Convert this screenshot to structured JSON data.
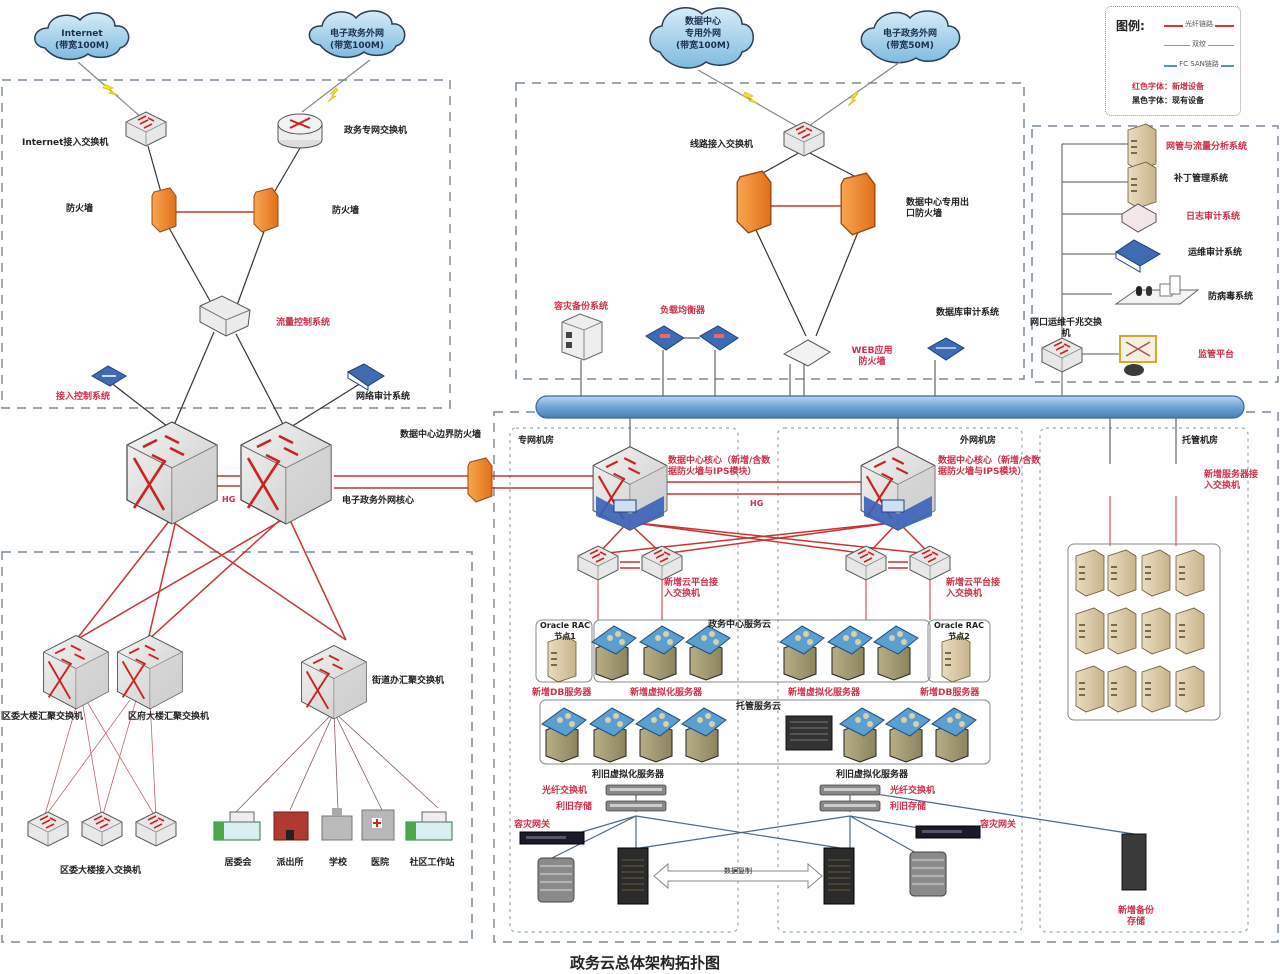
{
  "title": "政务云总体架构拓扑图",
  "colors": {
    "fiber_link": "#cc2a2a",
    "twisted_pair": "#333333",
    "fc_link": "#4a8ab0",
    "new_device_text": "#d0304a",
    "existing_device_text": "#222222",
    "firewall": "#f08a2c",
    "backbone_bus": "#7fb0dc",
    "cloud": "#a9d3ec"
  },
  "legend": {
    "heading": "图例:",
    "items": [
      {
        "label": "光纤链路",
        "style": "red-line"
      },
      {
        "label": "双绞",
        "style": "gray-line"
      },
      {
        "label": "FC SAN链路",
        "style": "blue-line"
      }
    ],
    "notes": [
      {
        "text": "红色字体：新增设备",
        "style": "red"
      },
      {
        "text": "黑色字体：现有设备",
        "style": "black"
      }
    ]
  },
  "clouds": [
    {
      "id": "internet",
      "lines": [
        "Internet",
        "(带宽100M)"
      ]
    },
    {
      "id": "gov-extranet",
      "lines": [
        "电子政务外网",
        "(带宽100M)"
      ]
    },
    {
      "id": "dc-private",
      "lines": [
        "数据中心",
        "专用外网",
        "(带宽100M)"
      ]
    },
    {
      "id": "gov-extranet-2",
      "lines": [
        "电子政务外网",
        "(带宽50M)"
      ]
    }
  ],
  "zones": {
    "internet_zone": {
      "devices": [
        {
          "id": "internet-access-switch",
          "label": "Internet接入交换机",
          "new": false
        },
        {
          "id": "gov-private-switch",
          "label": "政务专网交换机",
          "new": false
        },
        {
          "id": "firewall-left",
          "label": "防火墙",
          "new": false
        },
        {
          "id": "firewall-right",
          "label": "防火墙",
          "new": false
        },
        {
          "id": "traffic-control",
          "label": "流量控制系统",
          "new": true
        },
        {
          "id": "access-control",
          "label": "接入控制系统",
          "new": true
        },
        {
          "id": "net-audit",
          "label": "网络审计系统",
          "new": false
        }
      ]
    },
    "core": {
      "devices": [
        {
          "id": "egov-core",
          "label": "电子政务外网核心",
          "new": false
        },
        {
          "id": "dc-border-fw",
          "label": "数据中心边界防火墙",
          "new": false
        }
      ],
      "link_label": "HG"
    },
    "dc_egress_zone": {
      "devices": [
        {
          "id": "line-access-switch",
          "label": "线路接入交换机",
          "new": false
        },
        {
          "id": "dc-egress-fw",
          "label": "数据中心专用出口防火墙",
          "new": false
        },
        {
          "id": "security-system",
          "label": "容灾备份系统",
          "new": true
        },
        {
          "id": "load-balancer",
          "label": "负载均衡器",
          "new": true
        },
        {
          "id": "waf",
          "label": "WEB应用防火墙",
          "new": true
        },
        {
          "id": "db-audit",
          "label": "数据库审计系统",
          "new": false
        }
      ]
    },
    "ops_zone": {
      "devices": [
        {
          "id": "ops-switch",
          "label": "网口运维千兆交换机",
          "new": false
        },
        {
          "id": "net-traffic-analysis",
          "label": "网管与流量分析系统",
          "new": true
        },
        {
          "id": "patch-mgmt",
          "label": "补丁管理系统",
          "new": false
        },
        {
          "id": "log-audit",
          "label": "日志审计系统",
          "new": true
        },
        {
          "id": "ops-audit",
          "label": "运维审计系统",
          "new": false
        },
        {
          "id": "antivirus",
          "label": "防病毒系统",
          "new": false
        },
        {
          "id": "monitor-platform",
          "label": "监管平台",
          "new": true
        }
      ]
    },
    "agg_zone": {
      "devices": [
        {
          "id": "agg-switch-1",
          "label": "区委大楼汇聚交换机",
          "new": false
        },
        {
          "id": "agg-switch-2",
          "label": "区府大楼汇聚交换机",
          "new": false
        },
        {
          "id": "street-agg-switch",
          "label": "街道办汇聚交换机",
          "new": false
        },
        {
          "id": "access-switches",
          "label": "区委大楼接入交换机",
          "new": false
        }
      ],
      "endpoints": [
        "居委会",
        "派出所",
        "学校",
        "医院",
        "社区工作站"
      ]
    },
    "private_room": {
      "label": "专网机房",
      "core_label": "数据中心核心（新增/含数据防火墙与IPS模块）",
      "access_label": "新增云平台接入交换机",
      "oracle_label": "Oracle RAC 节点1",
      "db_server_label": "新增DB服务器",
      "virt_server_label": "新增虚拟化服务器",
      "existing_virt_label": "利旧虚拟化服务器",
      "fiber_switch_label": "光纤交换机",
      "existing_storage_label": "利旧存储",
      "gateway_label": "容灾网关"
    },
    "extranet_room": {
      "label": "外网机房",
      "core_label": "数据中心核心（新增/含数据防火墙与IPS模块）",
      "access_label": "新增云平台接入交换机",
      "oracle_label": "Oracle RAC 节点2",
      "db_server_label": "新增DB服务器",
      "virt_server_label": "新增虚拟化服务器",
      "existing_virt_label": "利旧虚拟化服务器",
      "fiber_switch_label": "光纤交换机",
      "existing_storage_label": "利旧存储",
      "gateway_label": "容灾网关"
    },
    "shared": {
      "center_cloud_label": "政务中心服务云",
      "hosted_cloud_label": "托管服务云",
      "hg_label": "HG",
      "replication_label": "数据复制"
    },
    "hosted_room": {
      "label": "托管机房",
      "access_label": "新增服务器接入交换机",
      "backup_label": "新增备份存储"
    }
  }
}
